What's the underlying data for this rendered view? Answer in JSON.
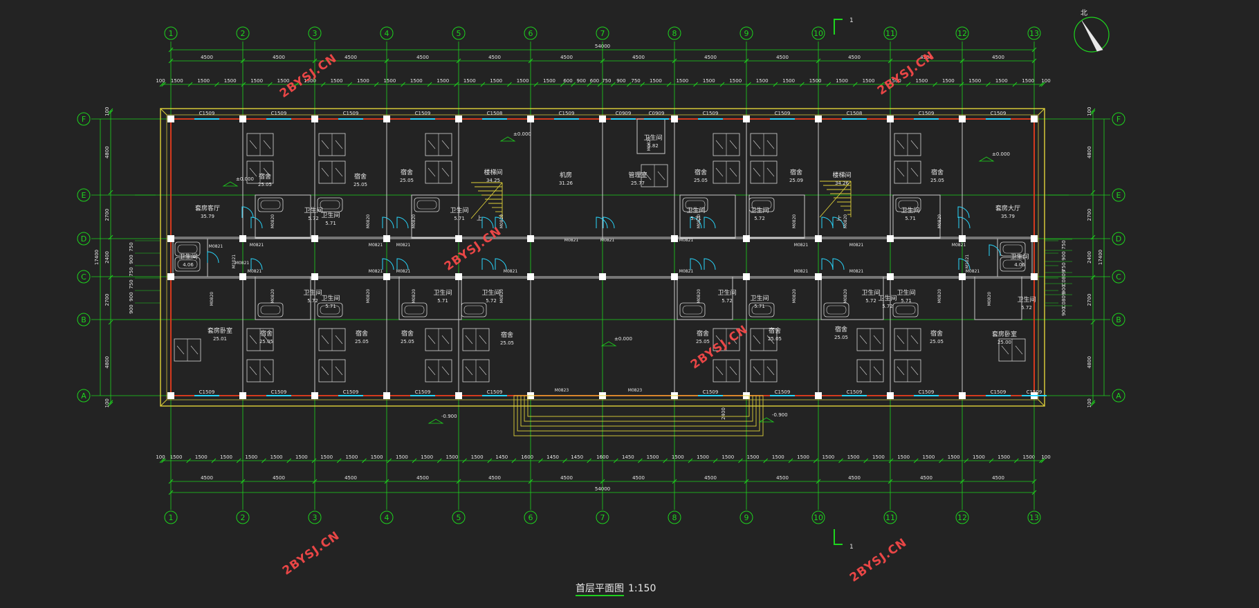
{
  "drawing": {
    "title": "首层平面图",
    "scale": "1:150",
    "north_label": "北",
    "section_mark": "1"
  },
  "grid": {
    "columns": [
      "1",
      "2",
      "3",
      "4",
      "5",
      "6",
      "7",
      "8",
      "9",
      "10",
      "11",
      "12",
      "13"
    ],
    "rows": [
      "F",
      "E",
      "D",
      "C",
      "B",
      "A"
    ]
  },
  "dimensions": {
    "overall": "54000",
    "bays": [
      "4500",
      "4500",
      "4500",
      "4500",
      "4500",
      "4500",
      "4500",
      "4500",
      "4500",
      "4500",
      "4500",
      "4500"
    ],
    "top_detail": [
      "100",
      "1500",
      "1500",
      "1500",
      "1500",
      "1500",
      "1500",
      "1500",
      "1500",
      "1500",
      "1500",
      "1500",
      "1500",
      "1500",
      "1500",
      "1500",
      "600",
      "900",
      "600",
      "750",
      "900",
      "750",
      "1500",
      "1500",
      "1500",
      "1500",
      "1500",
      "1500",
      "1500",
      "1500",
      "1500",
      "1500",
      "1500",
      "1500",
      "1500",
      "1500",
      "1500",
      "100"
    ],
    "bottom_detail": [
      "100",
      "1500",
      "1500",
      "1500",
      "1500",
      "1500",
      "1500",
      "1500",
      "1500",
      "1500",
      "1500",
      "1500",
      "1500",
      "1500",
      "1450",
      "1600",
      "1450",
      "1450",
      "1600",
      "1450",
      "1500",
      "1500",
      "1500",
      "1500",
      "1500",
      "1500",
      "1500",
      "1500",
      "1500",
      "1500",
      "1500",
      "1500",
      "1500",
      "1500",
      "1500",
      "1500",
      "100"
    ],
    "left_outer": [
      "100",
      "4800",
      "2700",
      "2400",
      "2700",
      "4800",
      "100"
    ],
    "left_total": "17400",
    "left_inner": [
      "750",
      "900",
      "750",
      "750",
      "900",
      "900"
    ],
    "right_outer": [
      "100",
      "4800",
      "2700",
      "2400",
      "2700",
      "4800",
      "100"
    ],
    "right_total": "17400",
    "right_inner": [
      "750",
      "900",
      "750",
      "C0809",
      "900",
      "C0809",
      "900"
    ],
    "steps_depth": "2400"
  },
  "rooms": [
    {
      "name": "套房客厅",
      "area": "35.79"
    },
    {
      "name": "宿舍",
      "area": "25.05"
    },
    {
      "name": "宿舍",
      "area": "25.05"
    },
    {
      "name": "宿舍",
      "area": "25.05"
    },
    {
      "name": "楼梯间",
      "area": "34.25"
    },
    {
      "name": "机房",
      "area": "31.26"
    },
    {
      "name": "管理室",
      "area": "25.77"
    },
    {
      "name": "宿舍",
      "area": "25.05"
    },
    {
      "name": "宿舍",
      "area": "25.09"
    },
    {
      "name": "楼梯间",
      "area": "34.26"
    },
    {
      "name": "宿舍",
      "area": "25.05"
    },
    {
      "name": "套房大厅",
      "area": "35.79"
    },
    {
      "name": "套房卧室",
      "area": "25.01"
    },
    {
      "name": "宿舍",
      "area": "25.05"
    },
    {
      "name": "宿舍",
      "area": "25.05"
    },
    {
      "name": "宿舍",
      "area": "25.05"
    },
    {
      "name": "宿舍",
      "area": "25.05"
    },
    {
      "name": "宿舍",
      "area": "25.05"
    },
    {
      "name": "宿舍",
      "area": "25.05"
    },
    {
      "name": "宿舍",
      "area": "25.05"
    },
    {
      "name": "宿舍",
      "area": "25.05"
    },
    {
      "name": "套房卧室",
      "area": "25.00"
    },
    {
      "name": "卫生间",
      "area": "5.72"
    },
    {
      "name": "卫生间",
      "area": "5.71"
    },
    {
      "name": "卫生间",
      "area": "5.71"
    },
    {
      "name": "卫生间",
      "area": "5.82"
    },
    {
      "name": "卫生间",
      "area": "5.71"
    },
    {
      "name": "卫生间",
      "area": "5.72"
    },
    {
      "name": "卫生间",
      "area": "5.71"
    },
    {
      "name": "卫生间",
      "area": "4.06"
    },
    {
      "name": "卫生间",
      "area": "4.06"
    },
    {
      "name": "卫生间",
      "area": "5.72"
    },
    {
      "name": "卫生间",
      "area": "5.71"
    },
    {
      "name": "卫生间",
      "area": "5.71"
    },
    {
      "name": "卫生间",
      "area": "5.72"
    },
    {
      "name": "卫生间",
      "area": "5.72"
    },
    {
      "name": "卫生间",
      "area": "5.71"
    },
    {
      "name": "卫生间",
      "area": "5.72"
    },
    {
      "name": "卫生间",
      "area": "5.72"
    },
    {
      "name": "卫生间",
      "area": "5.71"
    },
    {
      "name": "卫生间",
      "area": "5.72"
    }
  ],
  "levels": [
    "±0.000",
    "±0.000",
    "±0.000",
    "±0.000",
    "-0.900",
    "-0.900"
  ],
  "stair_label": "上",
  "window_tags": {
    "top": [
      "C1509",
      "C1509",
      "C1509",
      "C1509",
      "C1508",
      "C1509",
      "C0909",
      "C0909",
      "C1509",
      "C1509",
      "C1508",
      "C1509",
      "C1509"
    ],
    "bottom": [
      "C1509",
      "C1509",
      "C1509",
      "C1509",
      "C1509",
      "C1509",
      "C1509",
      "C1509",
      "C1509",
      "C1509",
      "C1509"
    ]
  },
  "door_tags": [
    "M0821",
    "M0821",
    "M0821",
    "M0821",
    "M0821",
    "M0821",
    "M0821",
    "M0821",
    "M0821",
    "M0821",
    "M0821",
    "M0821",
    "M0821",
    "M0821",
    "M0821",
    "M0821",
    "M0821",
    "M0821",
    "M0821",
    "M0823",
    "M0823",
    "M0820",
    "M0820",
    "M0820",
    "M0820",
    "M0820",
    "M0820",
    "M0820",
    "M0820",
    "M0820",
    "M0820",
    "M0820",
    "M0820",
    "M0820",
    "M0820",
    "M0820",
    "M0820",
    "M0820",
    "M0820",
    "M1021",
    "M1021",
    "M0820"
  ],
  "watermark": "2BYSJ.CN",
  "colors": {
    "grid_line": "#1ed51e",
    "wall": "#d53a1e",
    "outline": "#e0d23a",
    "column": "#ffffff",
    "text": "#e8e8e8",
    "door": "#28d8ff",
    "background": "#232323"
  }
}
